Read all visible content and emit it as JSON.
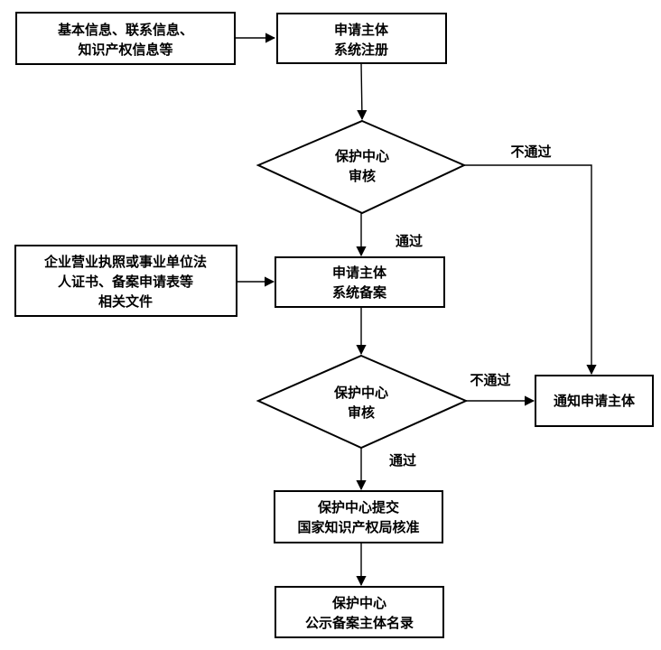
{
  "inputs": {
    "registration_info": [
      "基本信息、联系信息、",
      "知识产权信息等"
    ],
    "filing_docs": [
      "企业营业执照或事业单位法",
      "人证书、备案申请表等",
      "相关文件"
    ]
  },
  "steps": {
    "register": [
      "申请主体",
      "系统注册"
    ],
    "review_1": [
      "保护中心",
      "审核"
    ],
    "filing": [
      "申请主体",
      "系统备案"
    ],
    "review_2": [
      "保护中心",
      "审核"
    ],
    "submit": [
      "保护中心提交",
      "国家知识产权局核准"
    ],
    "publish": [
      "保护中心",
      "公示备案主体名录"
    ],
    "notify": "通知申请主体"
  },
  "edge_labels": {
    "pass_1": "通过",
    "fail_1": "不通过",
    "pass_2": "通过",
    "fail_2": "不通过"
  }
}
